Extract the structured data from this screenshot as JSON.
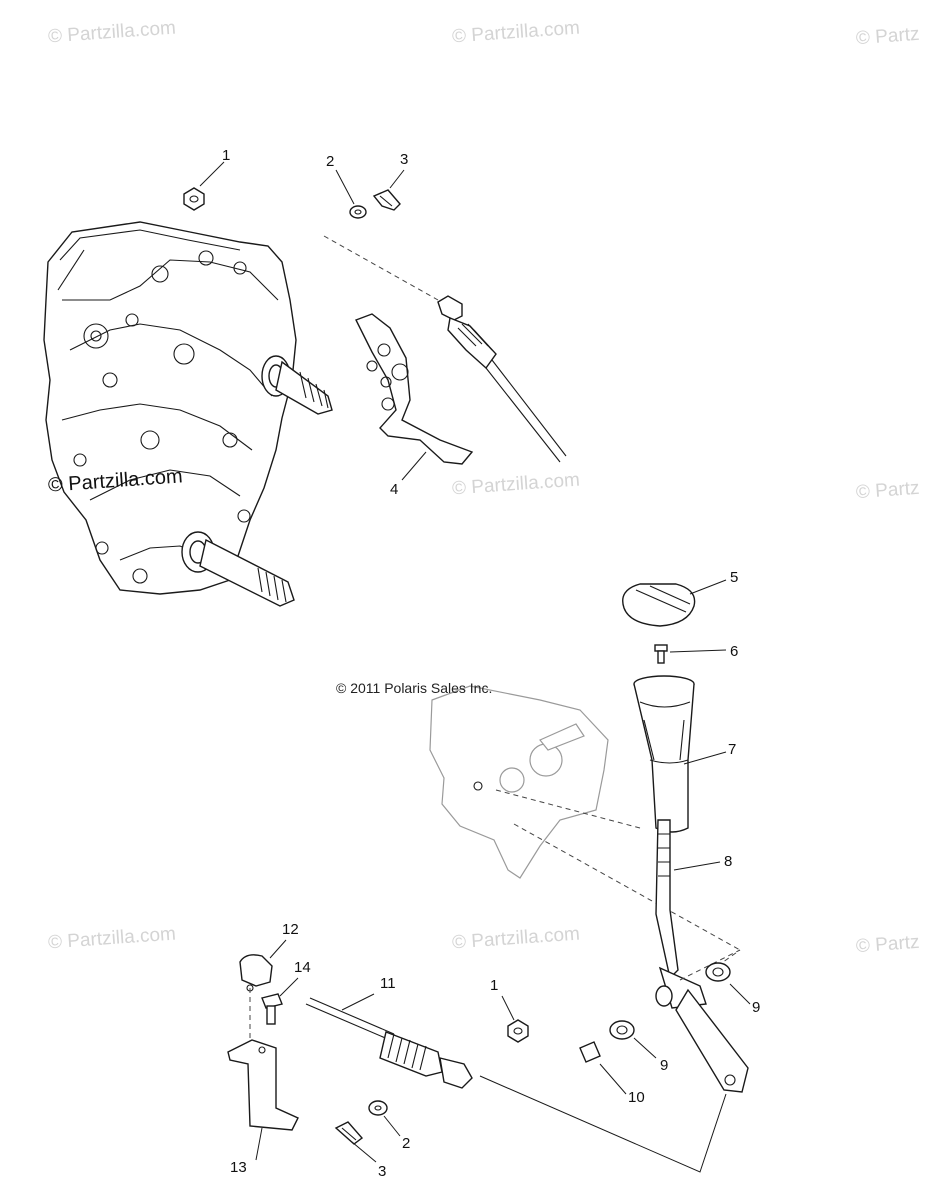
{
  "watermarks": {
    "text": "© Partzilla.com",
    "partial_text": "© Partz"
  },
  "dark_watermark": "© Partzilla.com",
  "copyright": "© 2011 Polaris Sales Inc.",
  "callouts": {
    "c1_top": "1",
    "c2_top": "2",
    "c3_top": "3",
    "c4": "4",
    "c5": "5",
    "c6": "6",
    "c7": "7",
    "c8": "8",
    "c9_right": "9",
    "c9_lower": "9",
    "c10": "10",
    "c11": "11",
    "c12": "12",
    "c13": "13",
    "c14": "14",
    "c1_bottom": "1",
    "c2_bottom": "2",
    "c3_bottom": "3"
  }
}
